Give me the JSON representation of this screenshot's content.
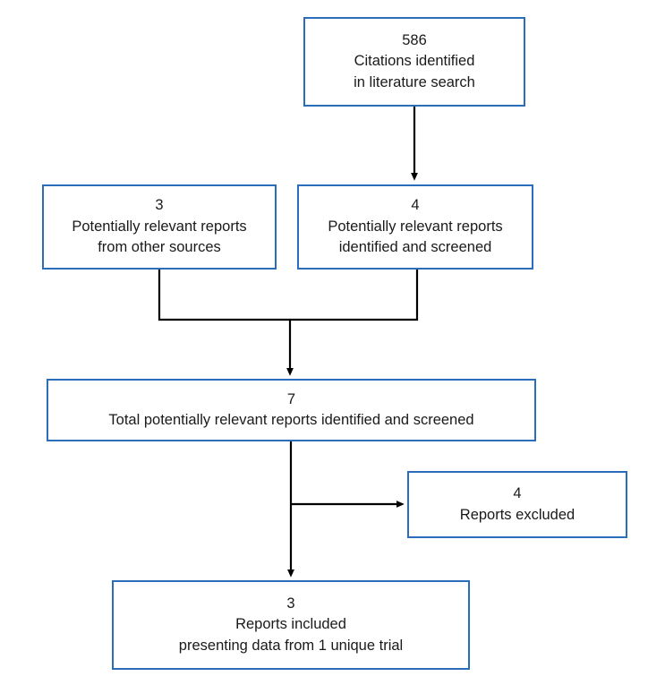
{
  "diagram": {
    "type": "prisma-study-selection-flowchart",
    "accent_border_color": "#2a6ebb",
    "connector_color": "#000000",
    "background_color": "#ffffff",
    "nodes": [
      {
        "id": "citations-identified",
        "count": "586",
        "line1": "Citations identified",
        "line2": "in literature search"
      },
      {
        "id": "other-sources",
        "count": "3",
        "line1": "Potentially relevant reports",
        "line2": "from other sources"
      },
      {
        "id": "identified-screened",
        "count": "4",
        "line1": "Potentially relevant reports",
        "line2": "identified and screened"
      },
      {
        "id": "total-screened",
        "count": "7",
        "line1": "Total potentially relevant reports identified and screened",
        "line2": ""
      },
      {
        "id": "reports-excluded",
        "count": "4",
        "line1": "Reports excluded",
        "line2": ""
      },
      {
        "id": "reports-included",
        "count": "3",
        "line1": "Reports included",
        "line2": "presenting data from 1 unique trial"
      }
    ],
    "connectors": [
      {
        "id": "citations-to-identified-screened",
        "from": "citations-identified",
        "to": "identified-screened",
        "style": "straight-down-arrow"
      },
      {
        "id": "other-sources-to-merge",
        "from": "other-sources",
        "to": "merge-junction",
        "style": "elbow-down-right"
      },
      {
        "id": "identified-screened-to-merge",
        "from": "identified-screened",
        "to": "merge-junction",
        "style": "elbow-down-left"
      },
      {
        "id": "merge-to-total-screened",
        "from": "merge-junction",
        "to": "total-screened",
        "style": "straight-down-arrow"
      },
      {
        "id": "total-screened-to-excluded",
        "from": "total-screened",
        "to": "reports-excluded",
        "style": "branch-right-arrow"
      },
      {
        "id": "total-screened-to-included",
        "from": "total-screened",
        "to": "reports-included",
        "style": "straight-down-arrow"
      }
    ]
  }
}
